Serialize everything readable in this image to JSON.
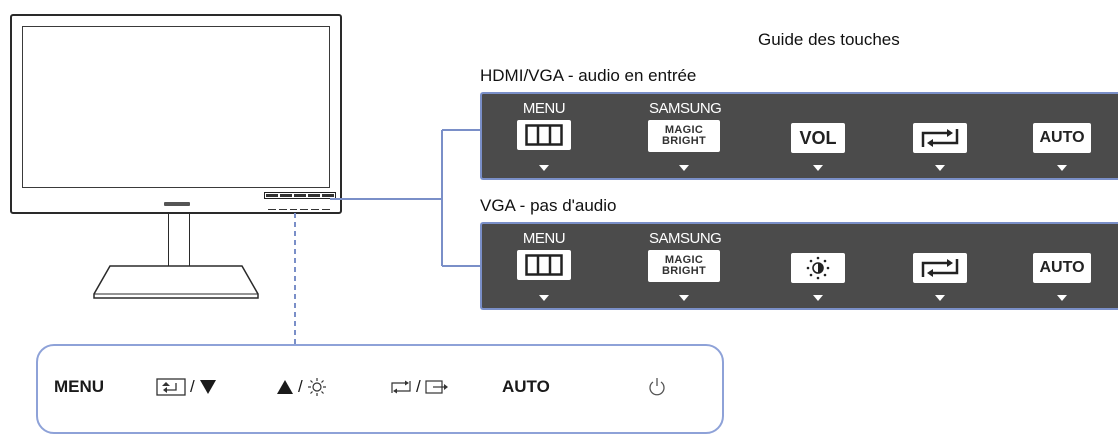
{
  "guide_title": "Guide des touches",
  "sections": [
    {
      "label": "HDMI/VGA - audio en entrée",
      "keys": [
        {
          "top": "MENU",
          "icon": "menu-grid-icon"
        },
        {
          "top": "SAMSUNG",
          "line1": "MAGIC",
          "line2": "BRIGHT"
        },
        {
          "text": "VOL"
        },
        {
          "icon": "source-switch-icon"
        },
        {
          "text": "AUTO"
        }
      ]
    },
    {
      "label": "VGA - pas d'audio",
      "keys": [
        {
          "top": "MENU",
          "icon": "menu-grid-icon"
        },
        {
          "top": "SAMSUNG",
          "line1": "MAGIC",
          "line2": "BRIGHT"
        },
        {
          "icon": "brightness-icon"
        },
        {
          "icon": "source-switch-icon"
        },
        {
          "text": "AUTO"
        }
      ]
    }
  ],
  "bottom_bar": {
    "menu": "MENU",
    "sep1": "/",
    "sep2": "/",
    "sep3": "/",
    "auto": "AUTO",
    "icons": [
      "enter-icon",
      "down-triangle-icon",
      "up-triangle-icon",
      "brightness-icon",
      "source-icon",
      "input-icon",
      "power-icon"
    ]
  },
  "colors": {
    "panel_bg": "#4b4b4b",
    "accent_line": "#7a8fc8",
    "bar_border": "#8ea2d8"
  }
}
